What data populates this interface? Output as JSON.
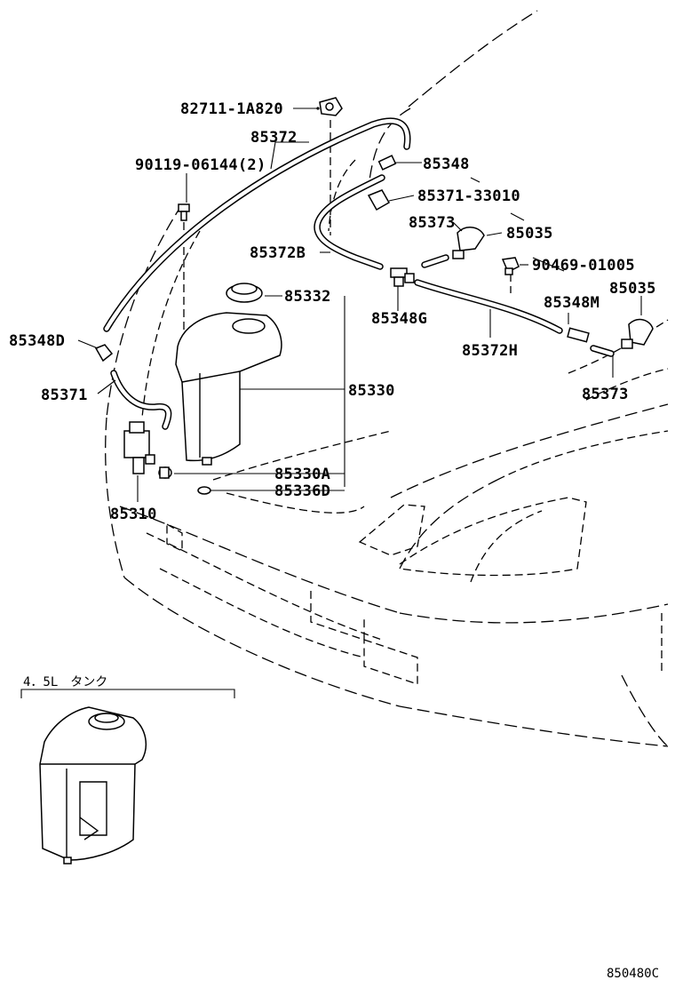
{
  "parts": {
    "p82711": "82711-1A820",
    "p85372": "85372",
    "p90119": "90119-06144(2)",
    "p85348": "85348",
    "p85371_33010": "85371-33010",
    "p85373_top": "85373",
    "p85035_top": "85035",
    "p85372B": "85372B",
    "p90469": "90469-01005",
    "p85332": "85332",
    "p85035_right": "85035",
    "p85348M": "85348M",
    "p85348G": "85348G",
    "p85348D": "85348D",
    "p85372H": "85372H",
    "p85371": "85371",
    "p85330": "85330",
    "p85373_bottom": "85373",
    "p85330A": "85330A",
    "p85336D": "85336D",
    "p85310": "85310"
  },
  "inset": {
    "title": "4．5L　タンク"
  },
  "diagram_code": "850480C",
  "colors": {
    "line": "#000000",
    "background": "#ffffff"
  }
}
